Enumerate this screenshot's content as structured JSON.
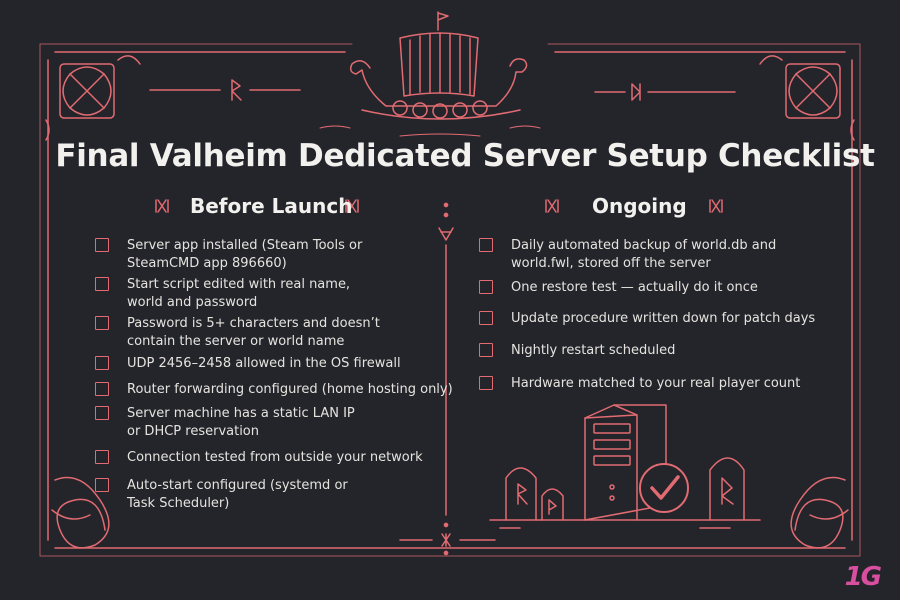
{
  "title": "Final Valheim Dedicated Server Setup Checklist",
  "columns": {
    "before": {
      "heading": "Before Launch",
      "items": [
        {
          "line1": "Server app installed (Steam Tools or",
          "line2": "SteamCMD app 896660)"
        },
        {
          "line1": "Start script edited with real name,",
          "line2": "world and password"
        },
        {
          "line1": "Password is 5+ characters and doesn’t",
          "line2": "contain the server or world name"
        },
        {
          "line1": "UDP 2456–2458 allowed in the OS firewall",
          "line2": ""
        },
        {
          "line1": "Router forwarding configured (home hosting only)",
          "line2": ""
        },
        {
          "line1": "Server machine has a static LAN IP",
          "line2": "or DHCP reservation"
        },
        {
          "line1": "Connection tested from outside your network",
          "line2": ""
        },
        {
          "line1": "Auto-start configured (systemd or",
          "line2": "Task Scheduler)"
        }
      ]
    },
    "ongoing": {
      "heading": "Ongoing",
      "items": [
        {
          "line1": "Daily automated backup of world.db and",
          "line2": "world.fwl, stored off the server"
        },
        {
          "line1": "One restore test — actually do it once",
          "line2": ""
        },
        {
          "line1": "Update procedure written down for patch days",
          "line2": ""
        },
        {
          "line1": "Nightly restart scheduled",
          "line2": ""
        },
        {
          "line1": "Hardware matched to your real player count",
          "line2": ""
        }
      ]
    }
  },
  "logo": "1G",
  "colors": {
    "background": "#23252b",
    "accent": "#e26b72",
    "text": "#e6e3df",
    "logo": "#d84fa0"
  },
  "icons": [
    "longship-icon",
    "celtic-knot-icon",
    "rune-icon",
    "rune-stone-icon",
    "server-tower-icon",
    "checkmark-icon"
  ]
}
